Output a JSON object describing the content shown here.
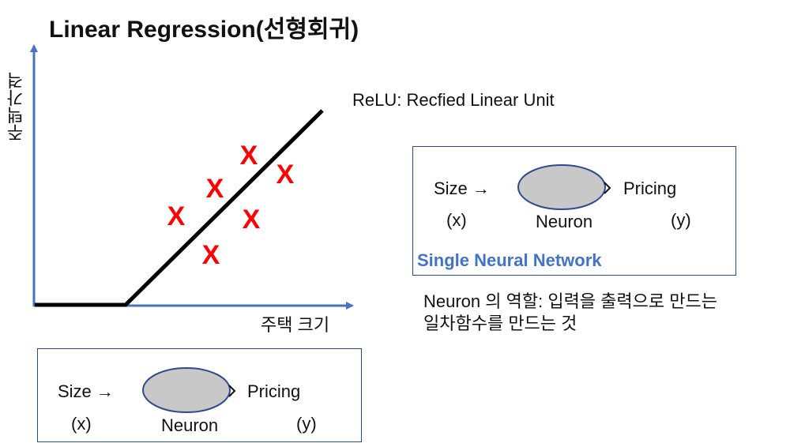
{
  "title": "Linear Regression(선형회귀)",
  "plot": {
    "ylabel": "주택가격",
    "xlabel": "주택 크기",
    "relu_label": "ReLU: Recfied Linear Unit",
    "marker": "X",
    "marker_color": "#ff0000",
    "axis_color": "#4472c4",
    "line_color": "#000000"
  },
  "neuron_box_top": {
    "input": "Size →",
    "input_var": "(x)",
    "neuron": "Neuron",
    "output": "Pricing",
    "output_var": "(y)",
    "caption": "Single Neural Network"
  },
  "neuron_box_bottom": {
    "input": "Size →",
    "input_var": "(x)",
    "neuron": "Neuron",
    "output": "Pricing",
    "output_var": "(y)"
  },
  "note": {
    "line1": "Neuron 의 역할: 입력을 출력으로 만드는",
    "line2": "일차함수를 만드는 것"
  },
  "colors": {
    "neuron_fill": "#c8c8c8",
    "neuron_stroke": "#2e4a8f",
    "box_border": "#2e4a8f",
    "caption": "#4472c4"
  }
}
